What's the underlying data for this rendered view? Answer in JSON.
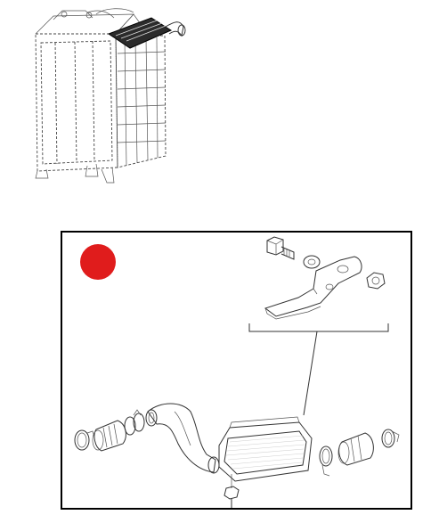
{
  "figure": {
    "overview_view": "radiator-and-intercooler-assembly",
    "detail_view": "intercooler-duct-and-bracket-exploded",
    "marker": {
      "color": "#e01c1c",
      "shape": "circle"
    },
    "frame_color": "#000000"
  }
}
